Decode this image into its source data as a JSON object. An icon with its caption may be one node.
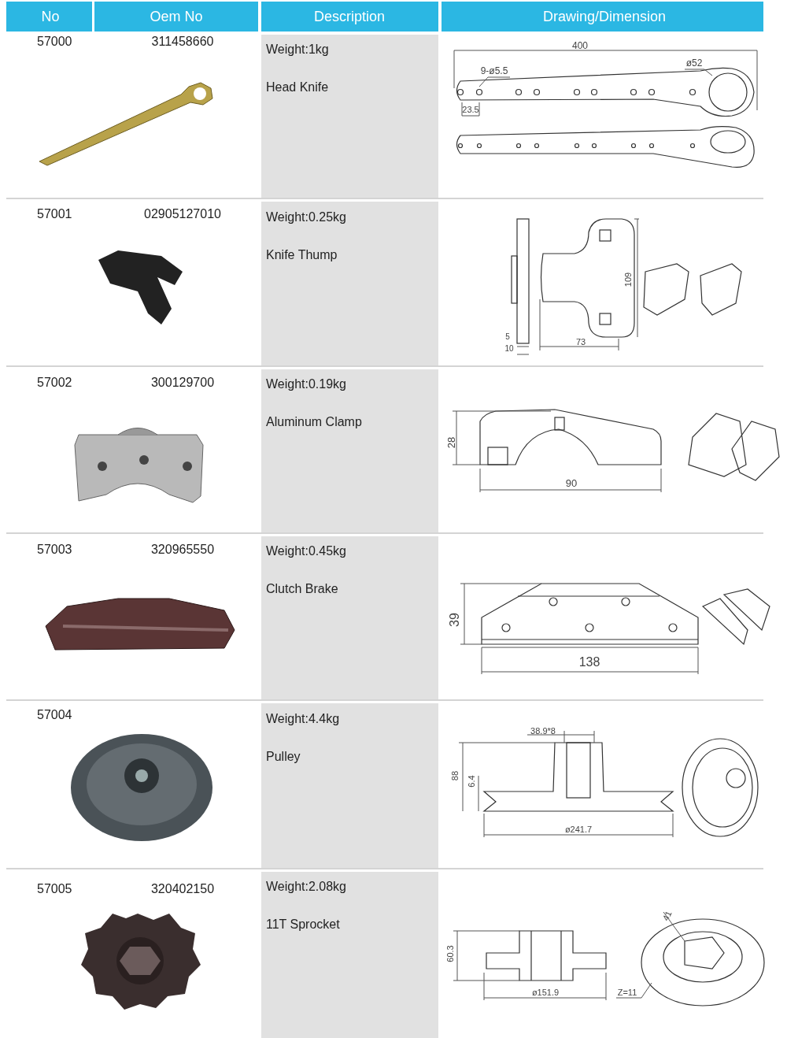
{
  "diagram": {
    "labels": [
      "No",
      "Oem No",
      "Description",
      "Drawing/Dimension",
      "57000",
      "311458660",
      "Weight:1kg",
      "Head Knife",
      "400",
      "9-ø5.5",
      "ø52",
      "23.5",
      "57001",
      "02905127010",
      "Weight:0.25kg",
      "Knife Thump",
      "109",
      "5",
      "10",
      "73",
      "57002",
      "300129700",
      "Weight:0.19kg",
      "Aluminum Clamp",
      "28",
      "90",
      "57003",
      "320965550",
      "Weight:0.45kg",
      "Clutch Brake",
      "39",
      "138",
      "57004",
      "Weight:4.4kg",
      "Pulley",
      "38.9*8",
      "88",
      "6.4",
      "ø241.7",
      "57005",
      "320402150",
      "Weight:2.08kg",
      "11T Sprocket",
      "60.3",
      "ø151.9",
      "41",
      "Z=11"
    ]
  }
}
